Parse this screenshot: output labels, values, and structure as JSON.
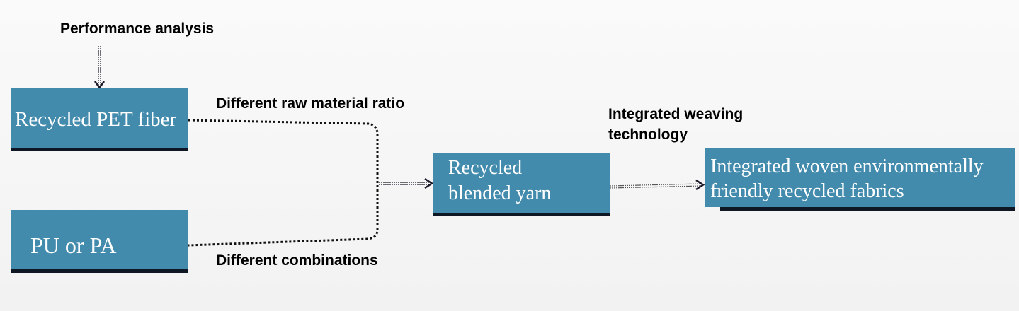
{
  "diagram": {
    "nodes": {
      "pet": {
        "label": "Recycled PET fiber"
      },
      "pu": {
        "label": "PU or PA"
      },
      "yarn": {
        "line1": "Recycled",
        "line2": "blended yarn"
      },
      "fabric": {
        "line1": "Integrated woven environmentally",
        "line2": "friendly recycled fabrics"
      }
    },
    "annotations": {
      "performance": "Performance analysis",
      "ratio": "Different raw material ratio",
      "combinations": "Different combinations",
      "weaving_line1": "Integrated weaving",
      "weaving_line2": "technology"
    },
    "edges": [
      {
        "from": "performance",
        "to": "pet",
        "style": "dotted-arrow"
      },
      {
        "from": "pet",
        "to": "yarn",
        "style": "dotted-bracket"
      },
      {
        "from": "pu",
        "to": "yarn",
        "style": "dotted-bracket"
      },
      {
        "from": "yarn",
        "to": "fabric",
        "style": "dotted-arrow"
      }
    ],
    "colors": {
      "box": "#438bad",
      "box_shadow": "#0f1624",
      "text": "#000000"
    }
  }
}
